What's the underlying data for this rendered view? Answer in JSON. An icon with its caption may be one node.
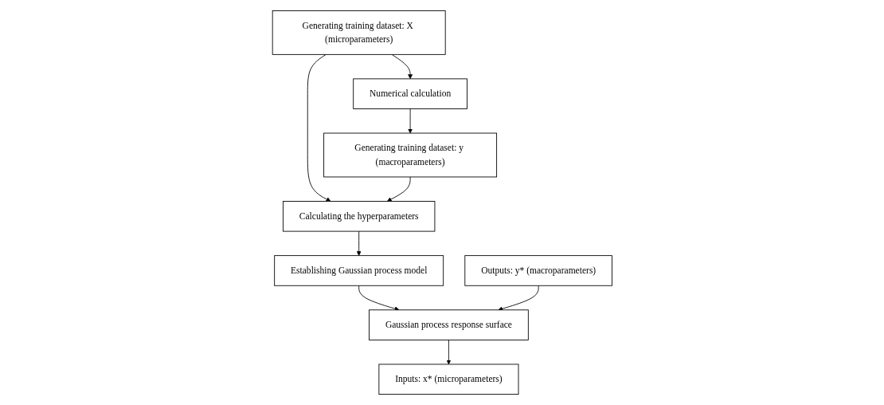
{
  "diagram": {
    "nodes": [
      {
        "text": [
          "Generating training dataset: X (microparameters)"
        ]
      },
      {
        "text": [
          "Numerical calculation"
        ]
      },
      {
        "text": [
          "Generating training dataset: y (macroparameters)"
        ]
      },
      {
        "text": [
          "Calculating the hyperparameters"
        ]
      },
      {
        "text": [
          "Establishing Gaussian process model"
        ]
      },
      {
        "text": [
          "Gaussian process response surface"
        ]
      },
      {
        "text": [
          "Inputs: x* (microparameters)"
        ]
      },
      {
        "text": [
          "Outputs: y* (macroparameters)"
        ]
      }
    ],
    "edges": [
      {
        "from": 0,
        "to": 1,
        "arrow": "to"
      },
      {
        "from": 1,
        "to": 2,
        "arrow": "to"
      },
      {
        "from": 0,
        "to": 3,
        "arrow": "to"
      },
      {
        "from": 2,
        "to": 3,
        "arrow": "to"
      },
      {
        "from": 3,
        "to": 4,
        "arrow": "to"
      },
      {
        "from": 4,
        "to": 5,
        "arrow": "to"
      },
      {
        "from": 5,
        "to": 6,
        "arrow": "to"
      },
      {
        "from": 7,
        "to": 5,
        "arrow": "to"
      }
    ]
  }
}
